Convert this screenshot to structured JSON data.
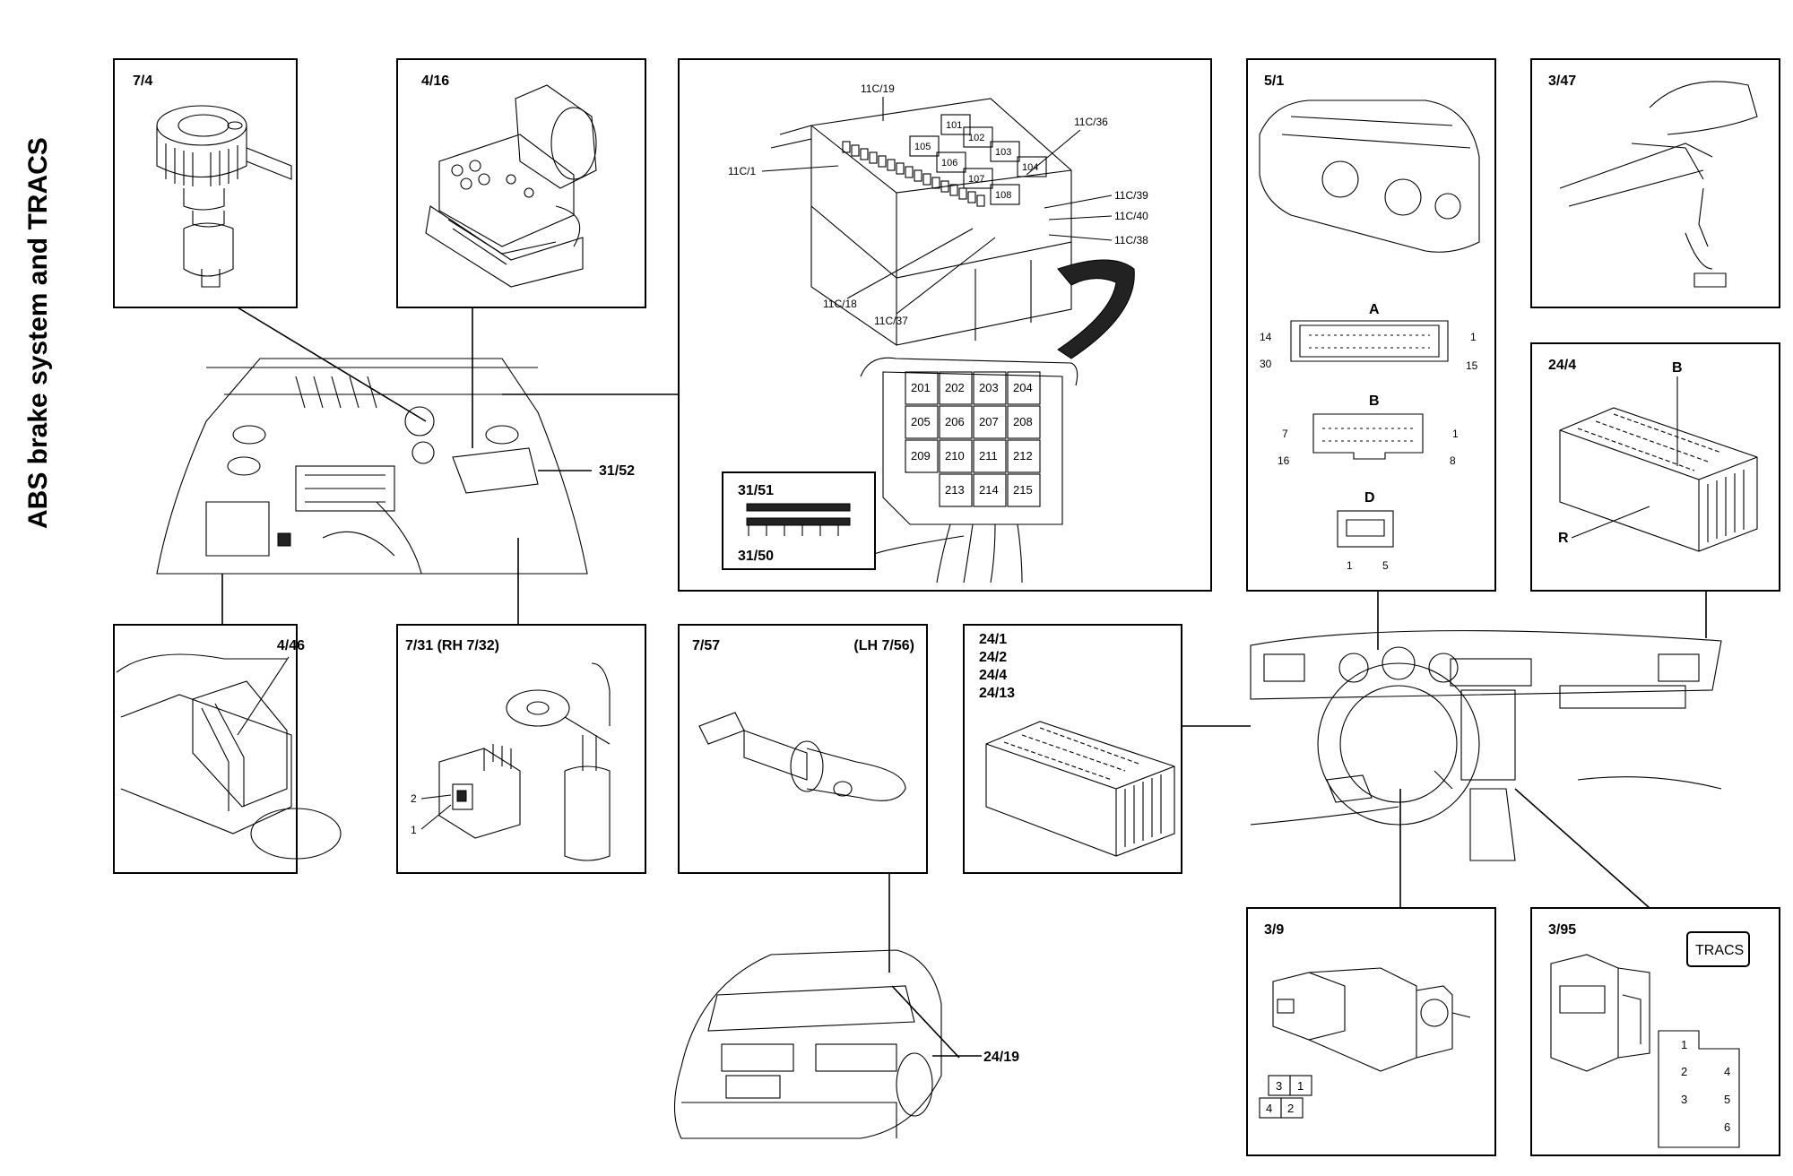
{
  "title": "ABS brake system and TRACS",
  "panels": {
    "p74": "7/4",
    "p416": "4/16",
    "p51": "5/1",
    "p347": "3/47",
    "p244": "24/4",
    "p446": "4/46",
    "p731": "7/31 (RH 7/32)",
    "p757": "7/57",
    "p757_lh": "(LH 7/56)",
    "p24x": [
      "24/1",
      "24/2",
      "24/4",
      "24/13"
    ],
    "p39": "3/9",
    "p395": "3/95"
  },
  "engine": {
    "callout": "31/52"
  },
  "fusebox": {
    "callouts": {
      "c11c19": "11C/19",
      "c11c1": "11C/1",
      "c11c36": "11C/36",
      "c11c39": "11C/39",
      "c11c40": "11C/40",
      "c11c38": "11C/38",
      "c11c18": "11C/18",
      "c11c37": "11C/37"
    },
    "top_fuses": [
      "101",
      "102",
      "103",
      "104",
      "105",
      "106",
      "107",
      "108"
    ],
    "relays": [
      "201",
      "202",
      "203",
      "204",
      "205",
      "206",
      "207",
      "208",
      "209",
      "210",
      "211",
      "212",
      "213",
      "214",
      "215"
    ],
    "inset_top": "31/51",
    "inset_bottom": "31/50"
  },
  "cluster": {
    "conn_a": {
      "label": "A",
      "pins": [
        "14",
        "1",
        "30",
        "15"
      ]
    },
    "conn_b": {
      "label": "B",
      "pins": [
        "7",
        "1",
        "16",
        "8"
      ]
    },
    "conn_d": {
      "label": "D",
      "pins": [
        "1",
        "5"
      ]
    }
  },
  "tcm": {
    "label_b": "B",
    "label_r": "R"
  },
  "sensor_pins": [
    "2",
    "1"
  ],
  "car_callout": "24/19",
  "brake_switch_pins": [
    "3",
    "1",
    "4",
    "2"
  ],
  "tracs": {
    "button": "TRACS",
    "pins": [
      "1",
      "2",
      "3",
      "4",
      "5",
      "6"
    ]
  }
}
